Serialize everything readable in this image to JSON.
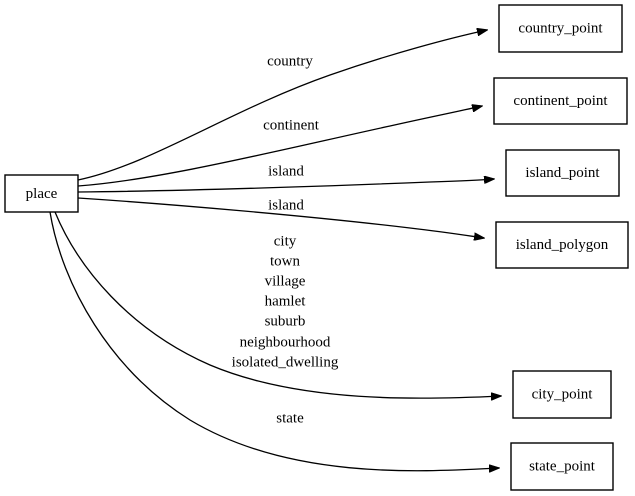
{
  "diagram": {
    "type": "directed-graph",
    "background_color": "#ffffff",
    "stroke_color": "#000000",
    "node_fill": "#ffffff",
    "source_node": {
      "id": "place",
      "label": "place"
    },
    "target_nodes": [
      {
        "id": "country_point",
        "label": "country_point"
      },
      {
        "id": "continent_point",
        "label": "continent_point"
      },
      {
        "id": "island_point",
        "label": "island_point"
      },
      {
        "id": "island_polygon",
        "label": "island_polygon"
      },
      {
        "id": "city_point",
        "label": "city_point"
      },
      {
        "id": "state_point",
        "label": "state_point"
      }
    ],
    "edges": [
      {
        "from": "place",
        "to": "country_point",
        "label": "country"
      },
      {
        "from": "place",
        "to": "continent_point",
        "label": "continent"
      },
      {
        "from": "place",
        "to": "island_point",
        "label": "island"
      },
      {
        "from": "place",
        "to": "island_polygon",
        "label": "island"
      },
      {
        "from": "place",
        "to": "city_point",
        "label": "city\ntown\nvillage\nhamlet\nsuburb\nneighbourhood\nisolated_dwelling"
      },
      {
        "from": "place",
        "to": "state_point",
        "label": "state"
      }
    ],
    "edge_labels": {
      "country": "country",
      "continent": "continent",
      "island_a": "island",
      "island_b": "island",
      "state": "state",
      "city_group": [
        "city",
        "town",
        "village",
        "hamlet",
        "suburb",
        "neighbourhood",
        "isolated_dwelling"
      ]
    }
  }
}
